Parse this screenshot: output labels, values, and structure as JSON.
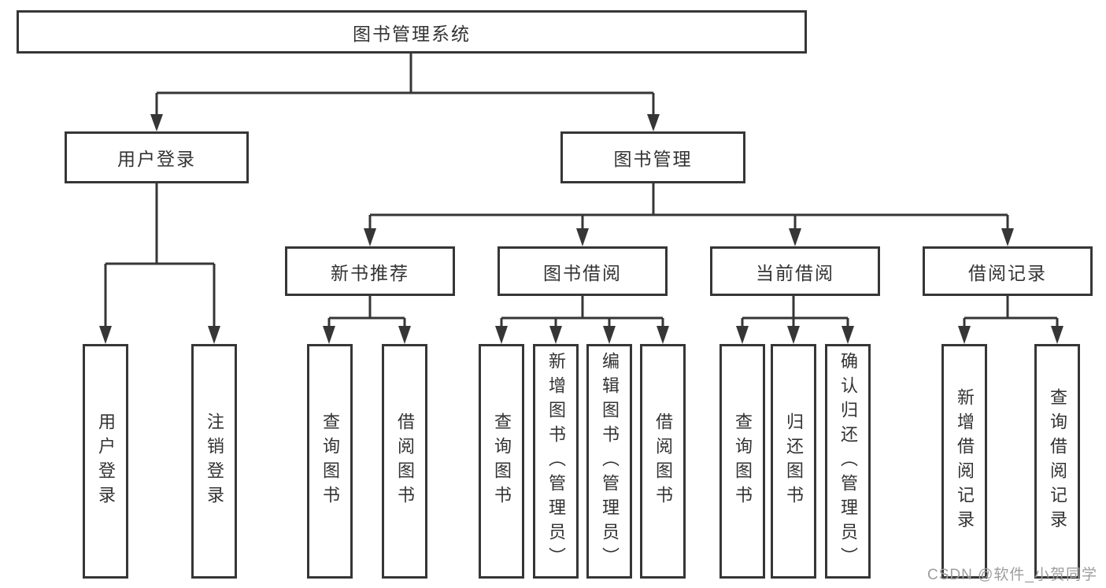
{
  "nodes": {
    "root": "图书管理系统",
    "user_login": "用户登录",
    "book_mgmt": "图书管理",
    "new_books": "新书推荐",
    "book_borrow": "图书借阅",
    "current_borrow": "当前借阅",
    "borrow_records": "借阅记录"
  },
  "leaves": {
    "user_login": [
      "用户登录",
      "注销登录"
    ],
    "new_books": [
      "查询图书",
      "借阅图书"
    ],
    "book_borrow": [
      "查询图书",
      "新增图书（管理员）",
      "编辑图书（管理员）",
      "借阅图书"
    ],
    "current_borrow": [
      "查询图书",
      "归还图书",
      "确认归还（管理员）"
    ],
    "borrow_records": [
      "新增借阅记录",
      "查询借阅记录"
    ]
  },
  "watermark": "CSDN @软件_小贺同学",
  "colors": {
    "line": "#363636",
    "box_border": "#363636",
    "text": "#333333",
    "watermark": "#9d9d9d",
    "background": "#ffffff"
  }
}
